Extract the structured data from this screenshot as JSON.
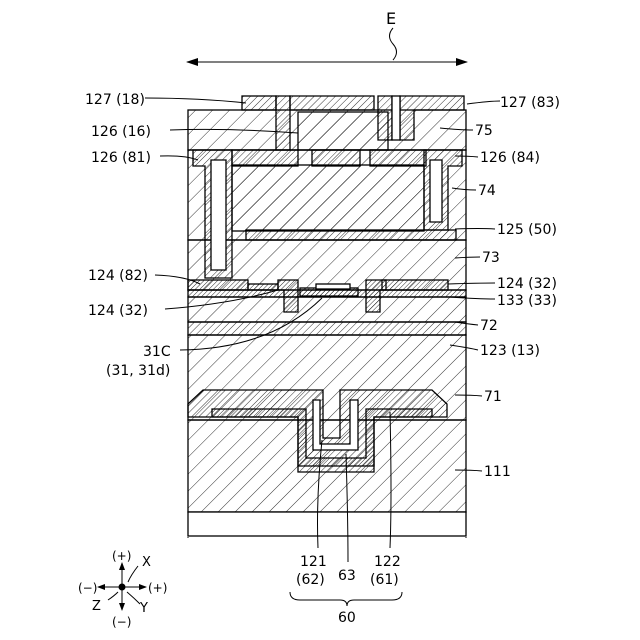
{
  "diagram": {
    "direction_label": "E",
    "labels": {
      "l127_18": "127 (18)",
      "l127_83": "127 (83)",
      "l126_16": "126 (16)",
      "l75": "75",
      "l126_81": "126 (81)",
      "l126_84": "126 (84)",
      "l74": "74",
      "l125_50": "125 (50)",
      "l73": "73",
      "l124_82": "124 (82)",
      "l124_32_right": "124 (32)",
      "l124_32_left": "124 (32)",
      "l133_33": "133 (33)",
      "l72": "72",
      "l31c": "31C",
      "l31c_sub": "(31, 31d)",
      "l123_13": "123 (13)",
      "l71": "71",
      "l111": "111",
      "l121": "121",
      "l121_sub": "(62)",
      "l63": "63",
      "l122": "122",
      "l122_sub": "(61)",
      "l60": "60"
    },
    "axes": {
      "x": "X",
      "y": "Y",
      "z": "Z",
      "plus_top": "(+)",
      "minus_bottom": "(−)",
      "minus_left": "(−)",
      "plus_right": "(+)"
    }
  }
}
